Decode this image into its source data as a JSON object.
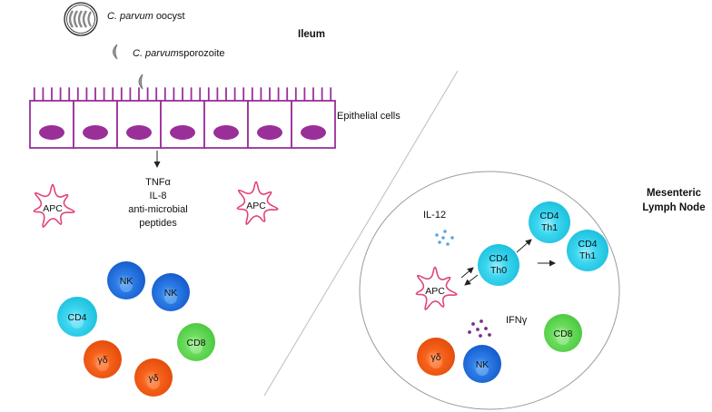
{
  "legend": {
    "oocyst": {
      "name": "C. parvum",
      "suffix": "oocyst"
    },
    "sporozoite": {
      "name": "C. parvum",
      "suffix": "sporozoite"
    }
  },
  "regions": {
    "ileum": "Ileum",
    "lymph_node_line1": "Mesenteric",
    "lymph_node_line2": "Lymph Node"
  },
  "epithelium": {
    "label": "Epithelial cells",
    "cell_count": 7
  },
  "secreted": [
    "TNFα",
    "IL-8",
    "anti-microbial",
    "peptides"
  ],
  "apc_label": "APC",
  "cytokines": {
    "il12": "IL-12",
    "ifng": "IFNγ"
  },
  "cells": {
    "nk": "NK",
    "cd4": "CD4",
    "cd8": "CD8",
    "gd": "γδ",
    "th0_line1": "CD4",
    "th0_line2": "Th0",
    "th1_line1": "CD4",
    "th1_line2": "Th1"
  },
  "colors": {
    "epithelium": "#9a2f9a",
    "nucleus": "#9a2f9a",
    "apc": "#e0437a",
    "nk": "#1e6fd9",
    "cd4": "#2ecbe5",
    "cd8": "#5fd65a",
    "gd": "#f25a14",
    "ifng_dots": "#7a2e8a",
    "il12_dots": "#5aa6e0"
  }
}
